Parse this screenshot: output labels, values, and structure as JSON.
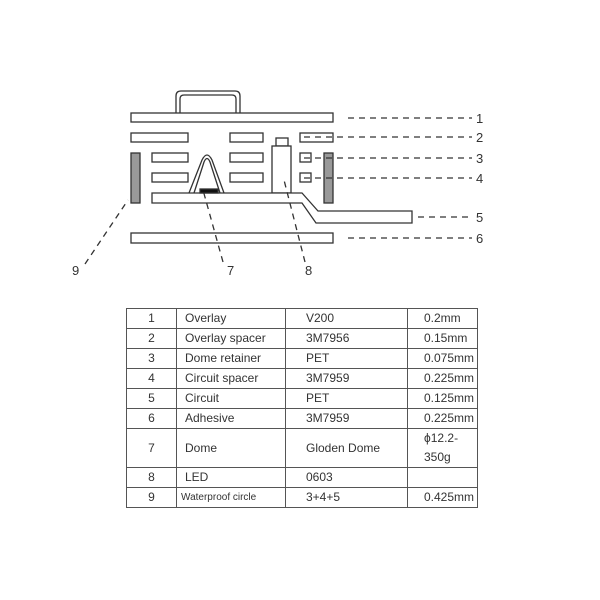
{
  "callouts": [
    "1",
    "2",
    "3",
    "4",
    "5",
    "6",
    "7",
    "8",
    "9"
  ],
  "table": [
    {
      "no": "1",
      "name": "Overlay",
      "material": "V200",
      "thickness": "0.2mm"
    },
    {
      "no": "2",
      "name": "Overlay spacer",
      "material": "3M7956",
      "thickness": "0.15mm"
    },
    {
      "no": "3",
      "name": "Dome retainer",
      "material": "PET",
      "thickness": "0.075mm"
    },
    {
      "no": "4",
      "name": "Circuit spacer",
      "material": "3M7959",
      "thickness": "0.225mm"
    },
    {
      "no": "5",
      "name": "Circuit",
      "material": "PET",
      "thickness": "0.125mm"
    },
    {
      "no": "6",
      "name": "Adhesive",
      "material": "3M7959",
      "thickness": "0.225mm"
    },
    {
      "no": "7",
      "name": "Dome",
      "material": "Gloden Dome",
      "thickness": "ϕ12.2-350g"
    },
    {
      "no": "8",
      "name": "LED",
      "material": "0603",
      "thickness": ""
    },
    {
      "no": "9",
      "name": "Waterproof circle",
      "material": "3+4+5",
      "thickness": "0.425mm"
    }
  ]
}
